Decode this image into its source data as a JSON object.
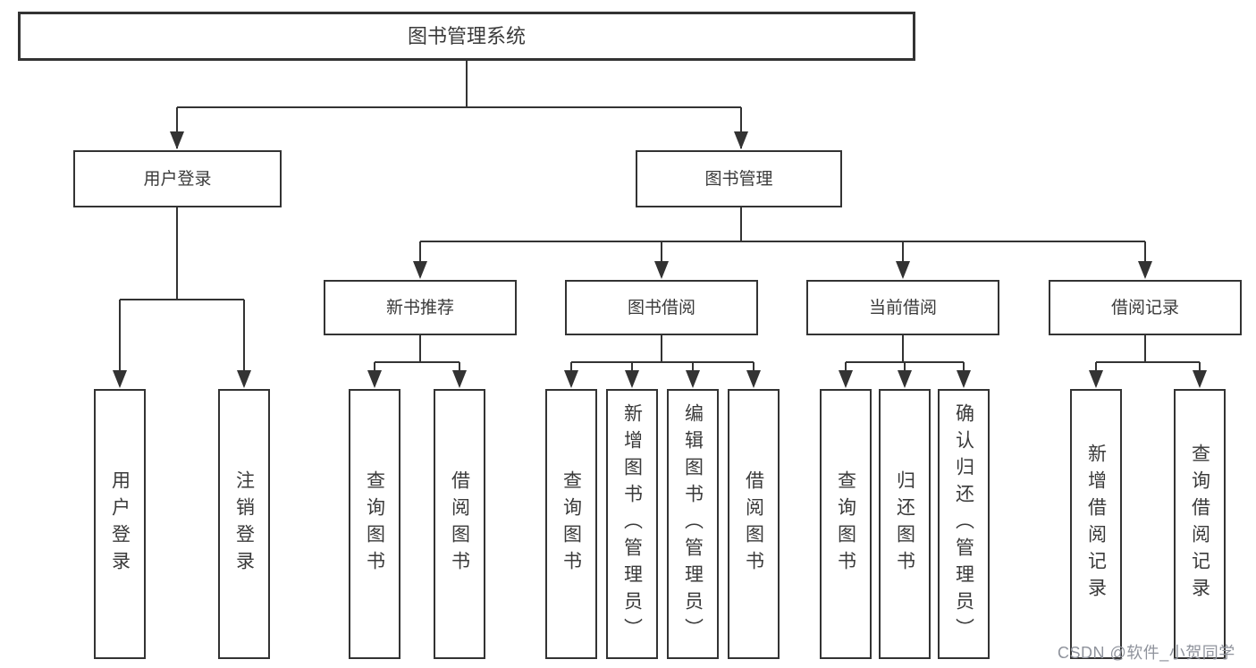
{
  "colors": {
    "line": "#333333",
    "text": "#3a3a3a",
    "watermark": "#8f939c",
    "background": "#ffffff"
  },
  "tree": {
    "root": {
      "label": "图书管理系统",
      "children": [
        {
          "label": "用户登录",
          "children": [
            {
              "label": "用户登录"
            },
            {
              "label": "注销登录"
            }
          ]
        },
        {
          "label": "图书管理",
          "children": [
            {
              "label": "新书推荐",
              "children": [
                {
                  "label": "查询图书"
                },
                {
                  "label": "借阅图书"
                }
              ]
            },
            {
              "label": "图书借阅",
              "children": [
                {
                  "label": "查询图书"
                },
                {
                  "label": "新增图书（管理员）"
                },
                {
                  "label": "编辑图书（管理员）"
                },
                {
                  "label": "借阅图书"
                }
              ]
            },
            {
              "label": "当前借阅",
              "children": [
                {
                  "label": "查询图书"
                },
                {
                  "label": "归还图书"
                },
                {
                  "label": "确认归还（管理员）"
                }
              ]
            },
            {
              "label": "借阅记录",
              "children": [
                {
                  "label": "新增借阅记录"
                },
                {
                  "label": "查询借阅记录"
                }
              ]
            }
          ]
        }
      ]
    }
  },
  "watermark": {
    "text": "CSDN @软件_小贺同学"
  }
}
